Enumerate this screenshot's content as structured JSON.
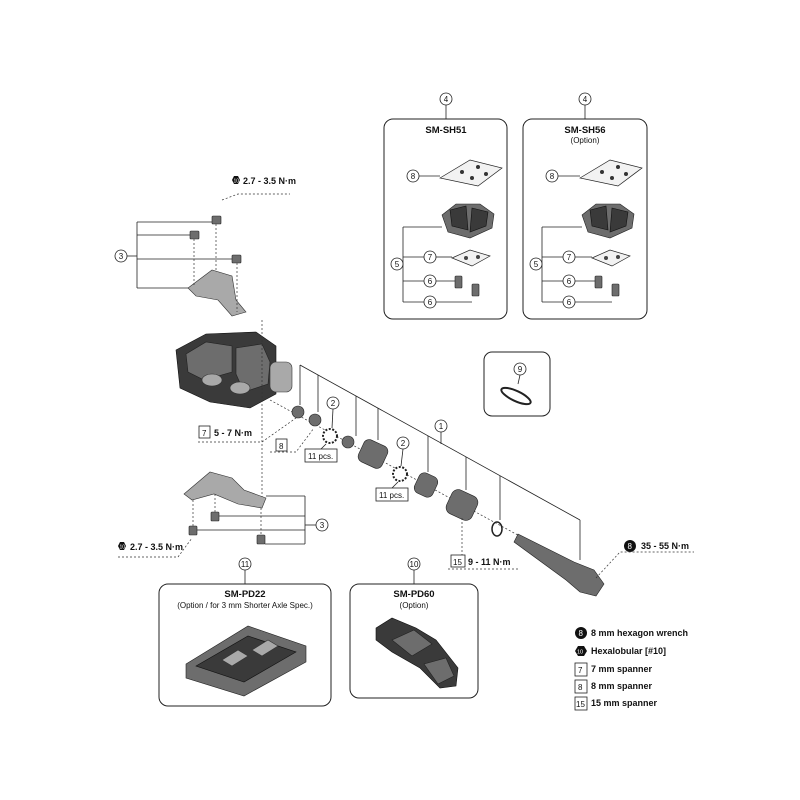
{
  "callouts": {
    "n1": "1",
    "n2": "2",
    "n3": "3",
    "n4": "4",
    "n5": "5",
    "n6": "6",
    "n7": "7",
    "n8": "8",
    "n9": "9",
    "n10": "10",
    "n11": "11"
  },
  "cleat_box_sh51": {
    "title": "SM-SH51"
  },
  "cleat_box_sh56": {
    "title": "SM-SH56",
    "subtitle": "(Option)"
  },
  "adapter_pd22": {
    "title": "SM-PD22",
    "subtitle": "(Option / for 3 mm Shorter Axle Spec.)"
  },
  "adapter_pd60": {
    "title": "SM-PD60",
    "subtitle": "(Option)"
  },
  "torques": {
    "upper_screws": "2.7 - 3.5 N·m",
    "lower_screws": "2.7 - 3.5 N·m",
    "locknut": "5 - 7 N·m",
    "cone": "9 - 11 N·m",
    "axle": "35 - 55 N·m"
  },
  "ball_labels": {
    "left": "11 pcs.",
    "right": "11 pcs."
  },
  "tool_keys": {
    "hex8": "8",
    "hexalobular": "10",
    "sp7": "7",
    "sp8": "8",
    "sp15": "15"
  },
  "legend": {
    "hex": "8 mm hexagon wrench",
    "hexalobular": "Hexalobular [#10]",
    "sp7": "7 mm spanner",
    "sp8": "8 mm spanner",
    "sp15": "15 mm spanner"
  }
}
